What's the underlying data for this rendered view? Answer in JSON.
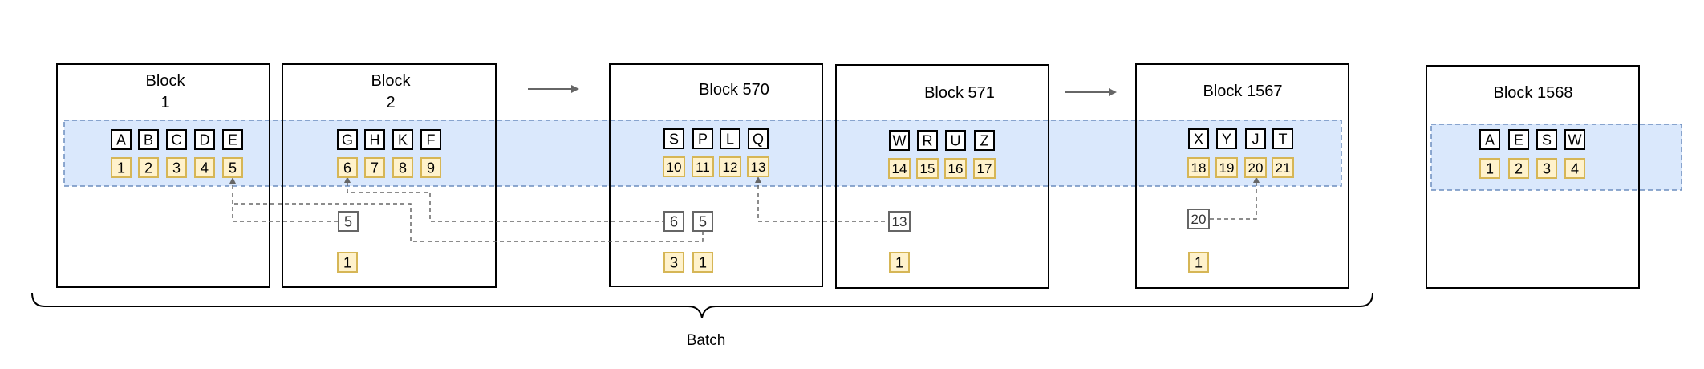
{
  "diagram": {
    "blocks": [
      {
        "title": "Block\n1",
        "letters": [
          "A",
          "B",
          "C",
          "D",
          "E"
        ],
        "numbers": [
          "1",
          "2",
          "3",
          "4",
          "5"
        ],
        "refs": [
          "5"
        ],
        "counts": []
      },
      {
        "title": "Block\n2",
        "letters": [
          "G",
          "H",
          "K",
          "F"
        ],
        "numbers": [
          "6",
          "7",
          "8",
          "9"
        ],
        "refs": [],
        "counts": [
          "1"
        ]
      },
      {
        "title": "Block 570",
        "letters": [
          "S",
          "P",
          "L",
          "Q"
        ],
        "numbers": [
          "10",
          "11",
          "12",
          "13"
        ],
        "refs": [
          "6",
          "5"
        ],
        "counts": [
          "3",
          "1"
        ]
      },
      {
        "title": "Block 571",
        "letters": [
          "W",
          "R",
          "U",
          "Z"
        ],
        "numbers": [
          "14",
          "15",
          "16",
          "17"
        ],
        "refs": [
          "13"
        ],
        "counts": [
          "1"
        ]
      },
      {
        "title": "Block 1567",
        "letters": [
          "X",
          "Y",
          "J",
          "T"
        ],
        "numbers": [
          "18",
          "19",
          "20",
          "21"
        ],
        "refs": [
          "20"
        ],
        "counts": [
          "1"
        ]
      },
      {
        "title": "Block 1568",
        "letters": [
          "A",
          "E",
          "S",
          "W"
        ],
        "numbers": [
          "1",
          "2",
          "3",
          "4"
        ],
        "refs": [],
        "counts": []
      }
    ],
    "batch_label": "Batch",
    "colors": {
      "block_border": "#000000",
      "band_fill": "#dae8fc",
      "band_border": "#6c8ebf",
      "number_fill": "#fff2cc",
      "number_border": "#d6b656",
      "ref_border": "#666666",
      "connector": "#666666",
      "arrow": "#666666",
      "text": "#000000"
    }
  }
}
